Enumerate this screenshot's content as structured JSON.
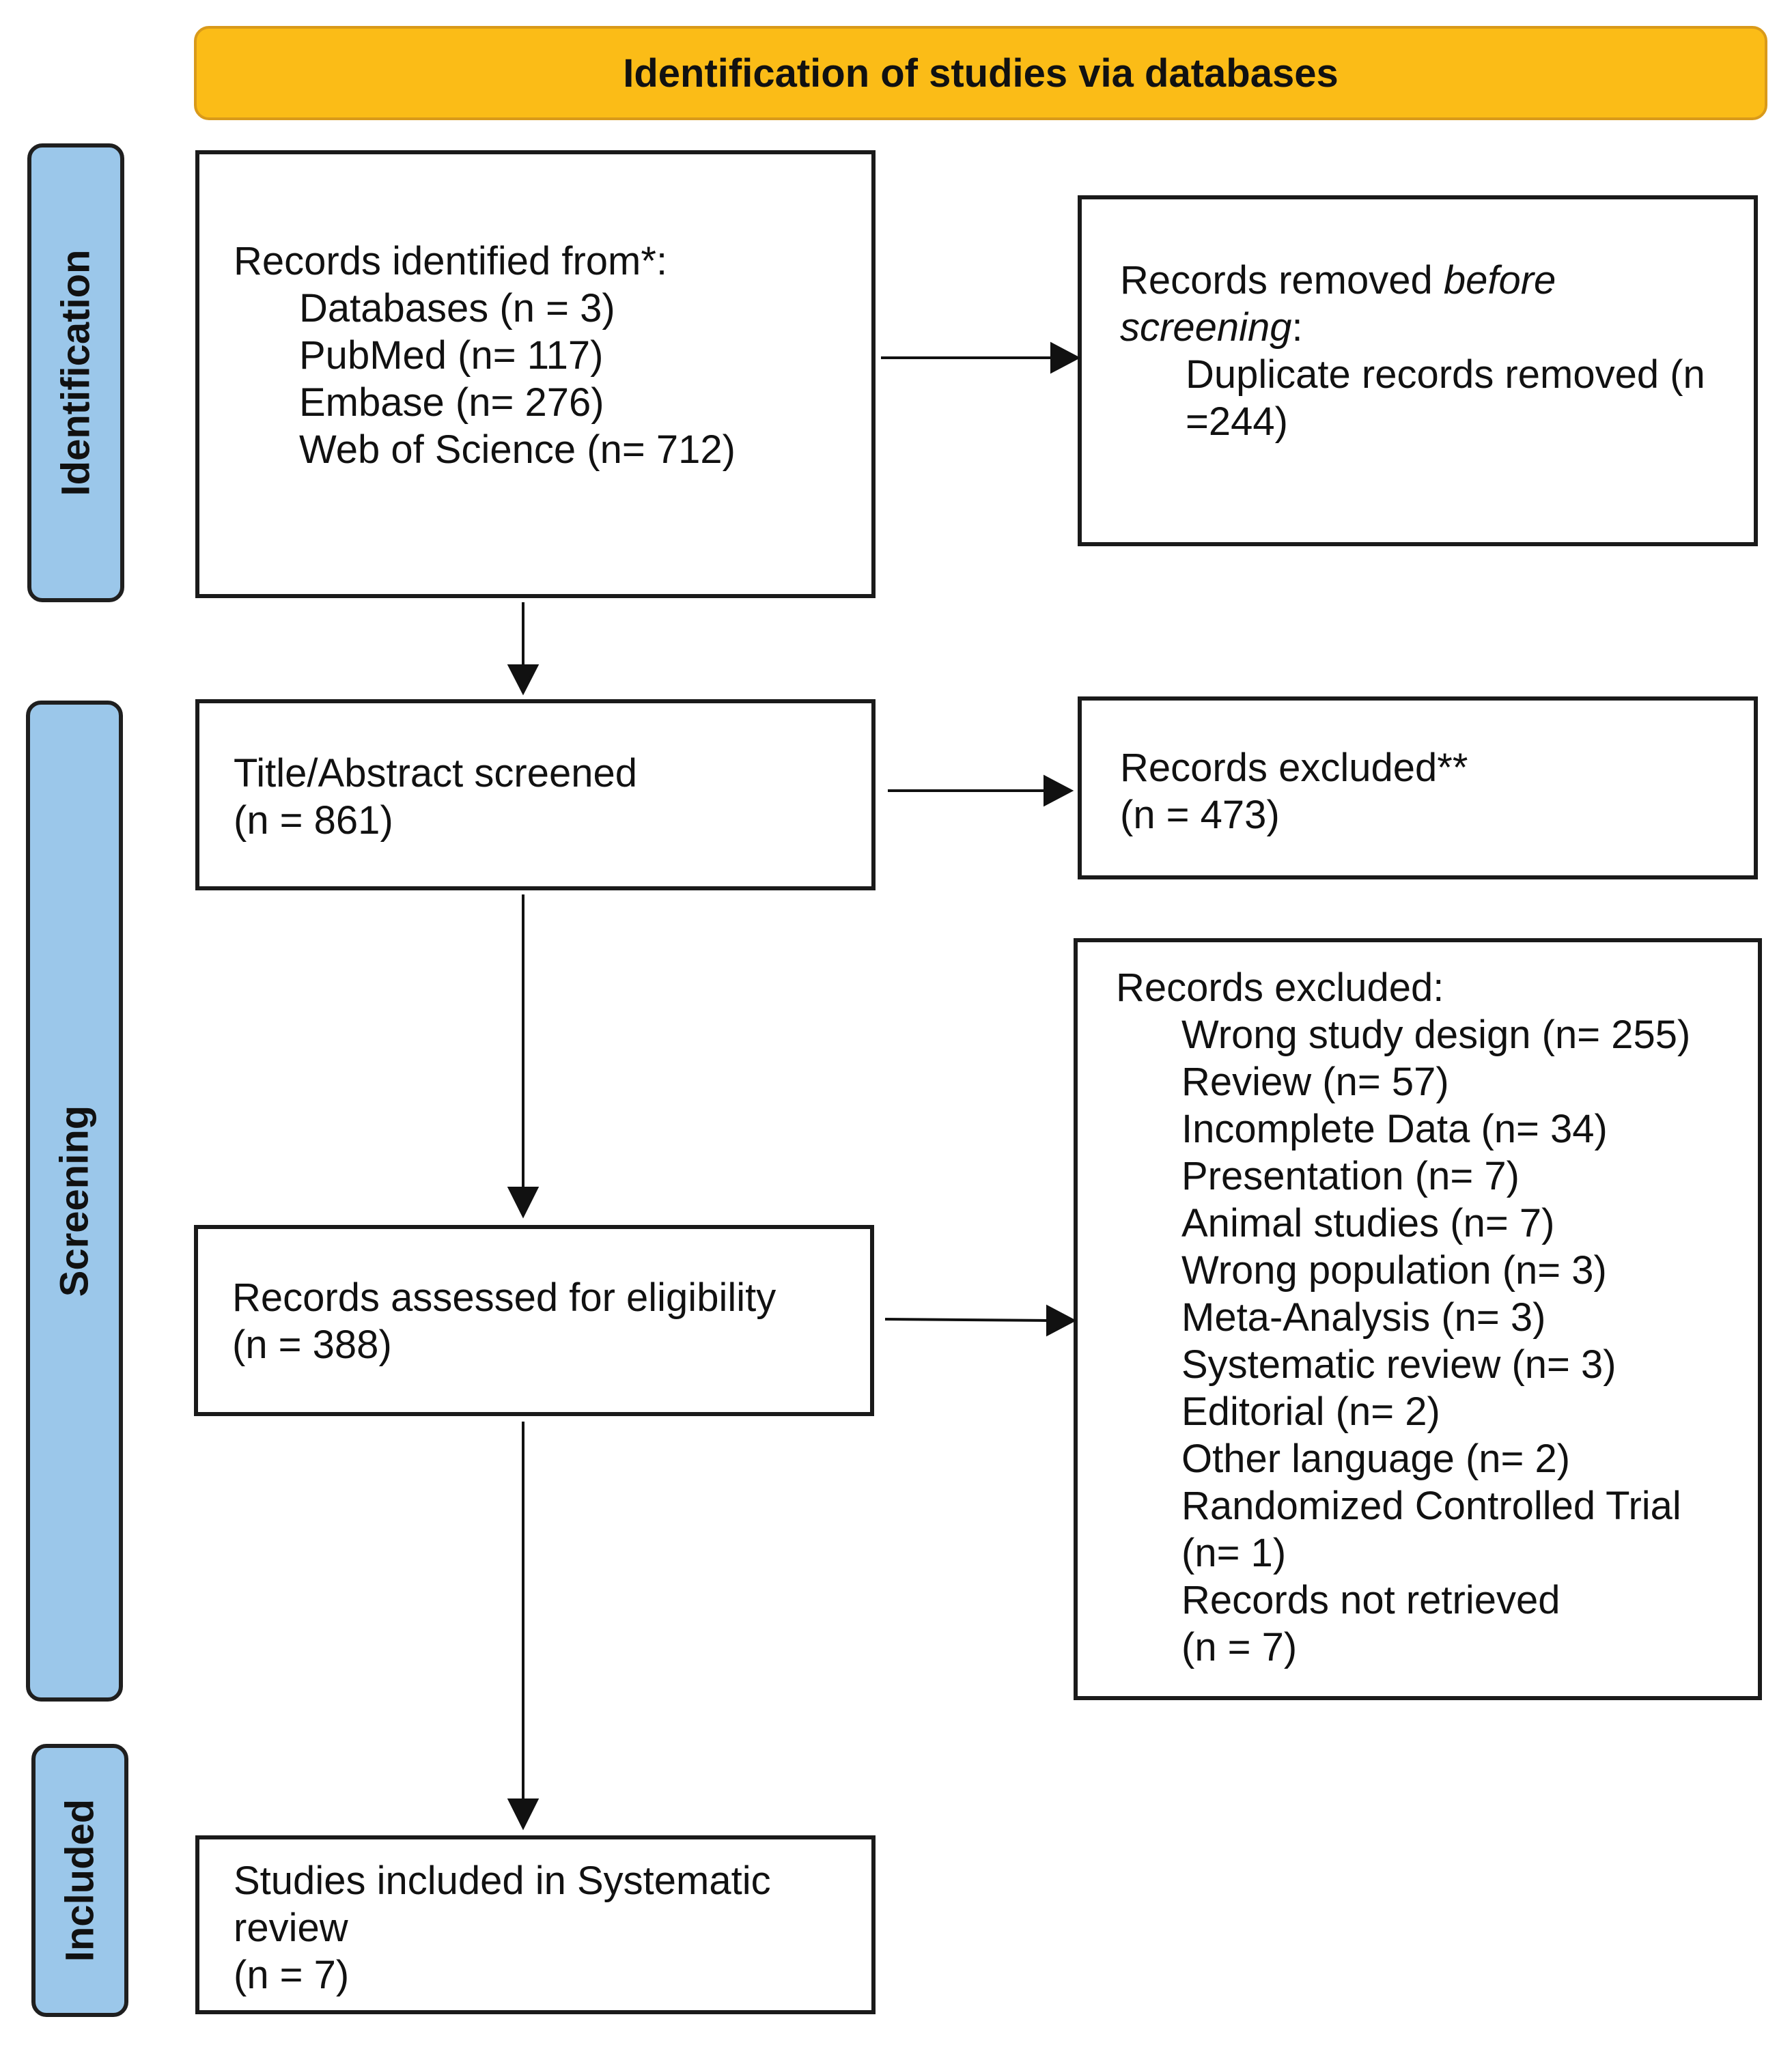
{
  "banner": "Identification of studies via databases",
  "phases": {
    "identification": "Identification",
    "screening": "Screening",
    "included": "Included"
  },
  "identified": {
    "heading": "Records identified from*:",
    "items": [
      "Databases (n = 3)",
      "PubMed (n= 117)",
      "Embase (n= 276)",
      "Web of Science (n= 712)"
    ]
  },
  "removed": {
    "heading_prefix": "Records removed ",
    "heading_italic_1": "before",
    "heading_italic_2": "screening",
    "heading_suffix": ":",
    "item_line1": "Duplicate records removed (n",
    "item_line2": "=244)"
  },
  "screened": {
    "line1": "Title/Abstract screened",
    "line2": "(n = 861)"
  },
  "excluded1": {
    "line1": "Records excluded**",
    "line2": "(n = 473)"
  },
  "assessed": {
    "line1": "Records assessed for eligibility",
    "line2": "(n = 388)"
  },
  "excluded2": {
    "heading": "Records excluded:",
    "items": [
      "Wrong study design (n= 255)",
      "Review (n= 57)",
      "Incomplete Data (n= 34)",
      "Presentation (n= 7)",
      "Animal studies (n= 7)",
      "Wrong population (n= 3)",
      "Meta-Analysis  (n= 3)",
      "Systematic review (n= 3)",
      "Editorial (n= 2)",
      "Other language (n= 2)",
      "Randomized Controlled Trial",
      "(n= 1)",
      "Records not retrieved",
      "(n = 7)"
    ]
  },
  "included_box": {
    "line1": "Studies included in Systematic",
    "line2": "review",
    "line3": "(n = 7)"
  }
}
